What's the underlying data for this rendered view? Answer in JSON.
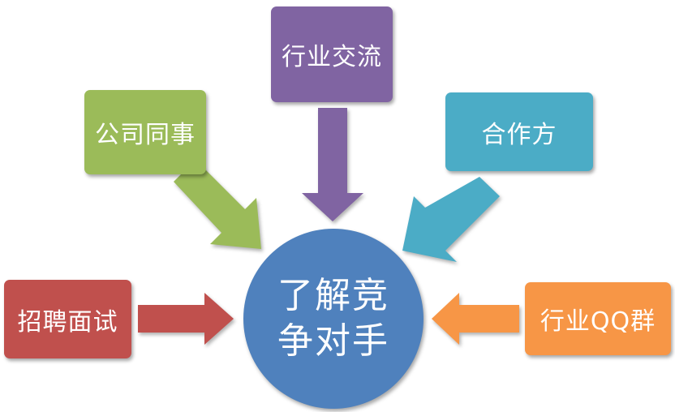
{
  "center": {
    "line1": "了解竞",
    "line2": "争对手",
    "color": "#4f81bd"
  },
  "nodes": [
    {
      "id": "top",
      "label": "行业交流",
      "color": "#8064a2"
    },
    {
      "id": "upper_left",
      "label": "公司同事",
      "color": "#9bbb59"
    },
    {
      "id": "upper_right",
      "label": "合作方",
      "color": "#4bacc6"
    },
    {
      "id": "left",
      "label": "招聘面试",
      "color": "#c0504d"
    },
    {
      "id": "right",
      "label": "行业QQ群",
      "color": "#f79646"
    }
  ]
}
